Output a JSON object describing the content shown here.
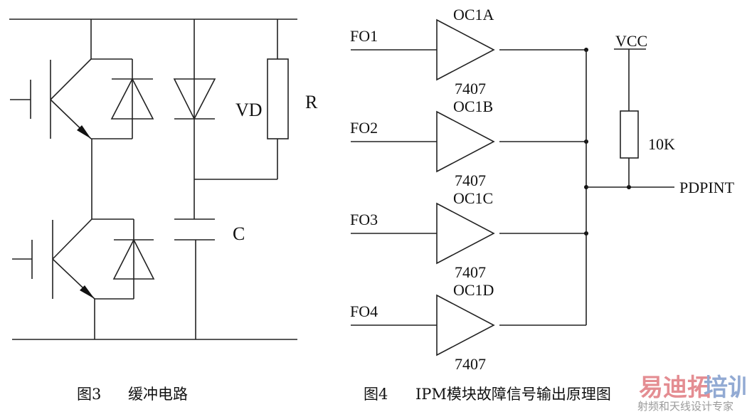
{
  "figure3": {
    "caption_num": "图3",
    "caption_text": "缓冲电路",
    "labels": {
      "diode": "VD",
      "resistor": "R",
      "capacitor": "C"
    }
  },
  "figure4": {
    "caption_num": "图4",
    "caption_text": "IPM模块故障信号输出原理图",
    "buffers": [
      {
        "input": "FO1",
        "name": "OC1A",
        "part": "7407"
      },
      {
        "input": "FO2",
        "name": "OC1B",
        "part": "7407"
      },
      {
        "input": "FO3",
        "name": "OC1C",
        "part": "7407"
      },
      {
        "input": "FO4",
        "name": "OC1D",
        "part": "7407"
      }
    ],
    "supply": "VCC",
    "pullup": "10K",
    "output": "PDPINT"
  },
  "watermark": {
    "brand_red": "易迪拓",
    "brand_blue": "培训",
    "tagline": "射频和天线设计专家",
    "colors": {
      "red": "#e07a80",
      "blue": "#7f9ccc",
      "grey": "#8a8a8a"
    }
  }
}
